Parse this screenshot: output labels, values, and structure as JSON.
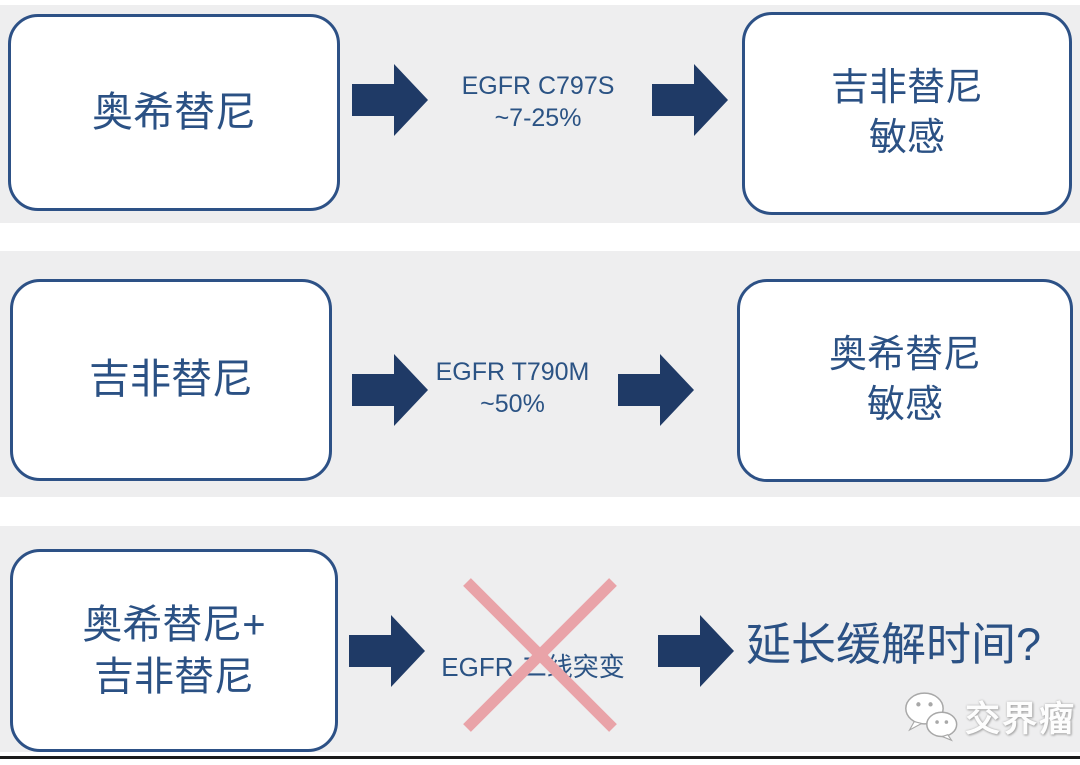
{
  "colors": {
    "band_bg": "#eeeeef",
    "box_border": "#2d5186",
    "box_text": "#2b5184",
    "label_text": "#2b5384",
    "arrow": "#1f3a66",
    "cross": "#e9a3a8",
    "watermark_text": "#fdfdfd",
    "watermark_outline": "#a8a8a8",
    "bottom_line": "#1b1b1b"
  },
  "rows": [
    {
      "source": "奥希替尼",
      "mutation_line1": "EGFR C797S",
      "mutation_line2": "~7-25%",
      "result_line1": "吉非替尼",
      "result_line2": "敏感"
    },
    {
      "source": "吉非替尼",
      "mutation_line1": "EGFR T790M",
      "mutation_line2": "~50%",
      "result_line1": "奥希替尼",
      "result_line2": "敏感"
    },
    {
      "source_line1": "奥希替尼+",
      "source_line2": "吉非替尼",
      "mutation_line1": "EGFR 二线突变",
      "result_text": "延长缓解时间?"
    }
  ],
  "watermark": {
    "text": "交界瘤"
  }
}
